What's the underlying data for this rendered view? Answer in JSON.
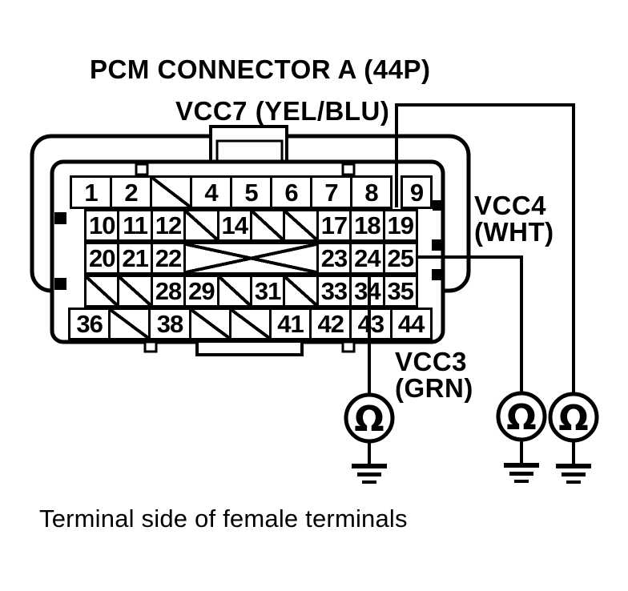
{
  "diagram": {
    "title": "PCM CONNECTOR A (44P)",
    "caption": "Terminal side of female terminals",
    "labels": {
      "vcc7": {
        "line1": "VCC7 (YEL/BLU)"
      },
      "vcc4": {
        "line1": "VCC4",
        "line2": "(WHT)"
      },
      "vcc3": {
        "line1": "VCC3",
        "line2": "(GRN)"
      }
    },
    "meter_symbol": "Ω",
    "colors": {
      "ink": "#000000",
      "paper": "#ffffff"
    },
    "connector": {
      "rows": [
        {
          "cells": [
            {
              "t": "pin",
              "label": "1"
            },
            {
              "t": "pin",
              "label": "2"
            },
            {
              "t": "slash"
            },
            {
              "t": "pin",
              "label": "4"
            },
            {
              "t": "pin",
              "label": "5"
            },
            {
              "t": "pin",
              "label": "6"
            },
            {
              "t": "pin",
              "label": "7"
            },
            {
              "t": "pin",
              "label": "8"
            },
            {
              "t": "pin",
              "label": "9"
            }
          ]
        },
        {
          "cells": [
            {
              "t": "pin",
              "label": "10"
            },
            {
              "t": "pin",
              "label": "11"
            },
            {
              "t": "pin",
              "label": "12"
            },
            {
              "t": "slash"
            },
            {
              "t": "pin",
              "label": "14"
            },
            {
              "t": "slash"
            },
            {
              "t": "slash"
            },
            {
              "t": "pin",
              "label": "17"
            },
            {
              "t": "pin",
              "label": "18"
            },
            {
              "t": "pin",
              "label": "19"
            }
          ]
        },
        {
          "cells": [
            {
              "t": "pin",
              "label": "20"
            },
            {
              "t": "pin",
              "label": "21"
            },
            {
              "t": "pin",
              "label": "22"
            },
            {
              "t": "x",
              "span": 4
            },
            {
              "t": "pin",
              "label": "23"
            },
            {
              "t": "pin",
              "label": "24"
            },
            {
              "t": "pin",
              "label": "25"
            }
          ]
        },
        {
          "cells": [
            {
              "t": "slash"
            },
            {
              "t": "slash"
            },
            {
              "t": "pin",
              "label": "28"
            },
            {
              "t": "pin",
              "label": "29"
            },
            {
              "t": "slash"
            },
            {
              "t": "pin",
              "label": "31"
            },
            {
              "t": "slash"
            },
            {
              "t": "pin",
              "label": "33"
            },
            {
              "t": "pin",
              "label": "34"
            },
            {
              "t": "pin",
              "label": "35"
            }
          ]
        },
        {
          "cells": [
            {
              "t": "pin",
              "label": "36"
            },
            {
              "t": "slash"
            },
            {
              "t": "pin",
              "label": "38"
            },
            {
              "t": "slash"
            },
            {
              "t": "slash"
            },
            {
              "t": "pin",
              "label": "41"
            },
            {
              "t": "pin",
              "label": "42"
            },
            {
              "t": "pin",
              "label": "43"
            },
            {
              "t": "pin",
              "label": "44"
            }
          ]
        }
      ]
    }
  }
}
